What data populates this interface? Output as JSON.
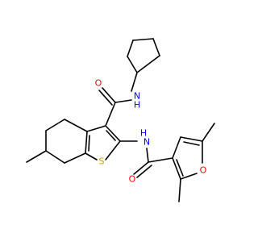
{
  "colors": {
    "bond": "#000000",
    "carbon": "#000000",
    "nitrogen": "#0000ff",
    "oxygen": "#ff0000",
    "sulfur": "#c8a000"
  },
  "atoms": {
    "o_amide_top": "O",
    "n_amide_top": "N",
    "h_amide_top": "H",
    "n_amide_mid": "N",
    "h_amide_mid": "H",
    "s_thiophene": "S",
    "o_amide_bottom": "O",
    "o_furan": "O"
  }
}
